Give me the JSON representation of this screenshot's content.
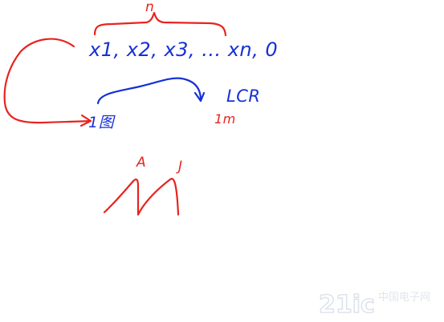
{
  "note": {
    "brace_label": "n",
    "sequence_label": "x1, x2, x3, ... xn, 0",
    "box_left_label": "1图",
    "lcr_label": "LCR",
    "box_right_label": "1m",
    "lower_marks": [
      "A",
      "J"
    ]
  },
  "watermark": {
    "brand_text": "21ic",
    "chinese_text": "中国电子网"
  },
  "colors": {
    "red_ink": "#e8231f",
    "blue_ink": "#1730d6"
  }
}
